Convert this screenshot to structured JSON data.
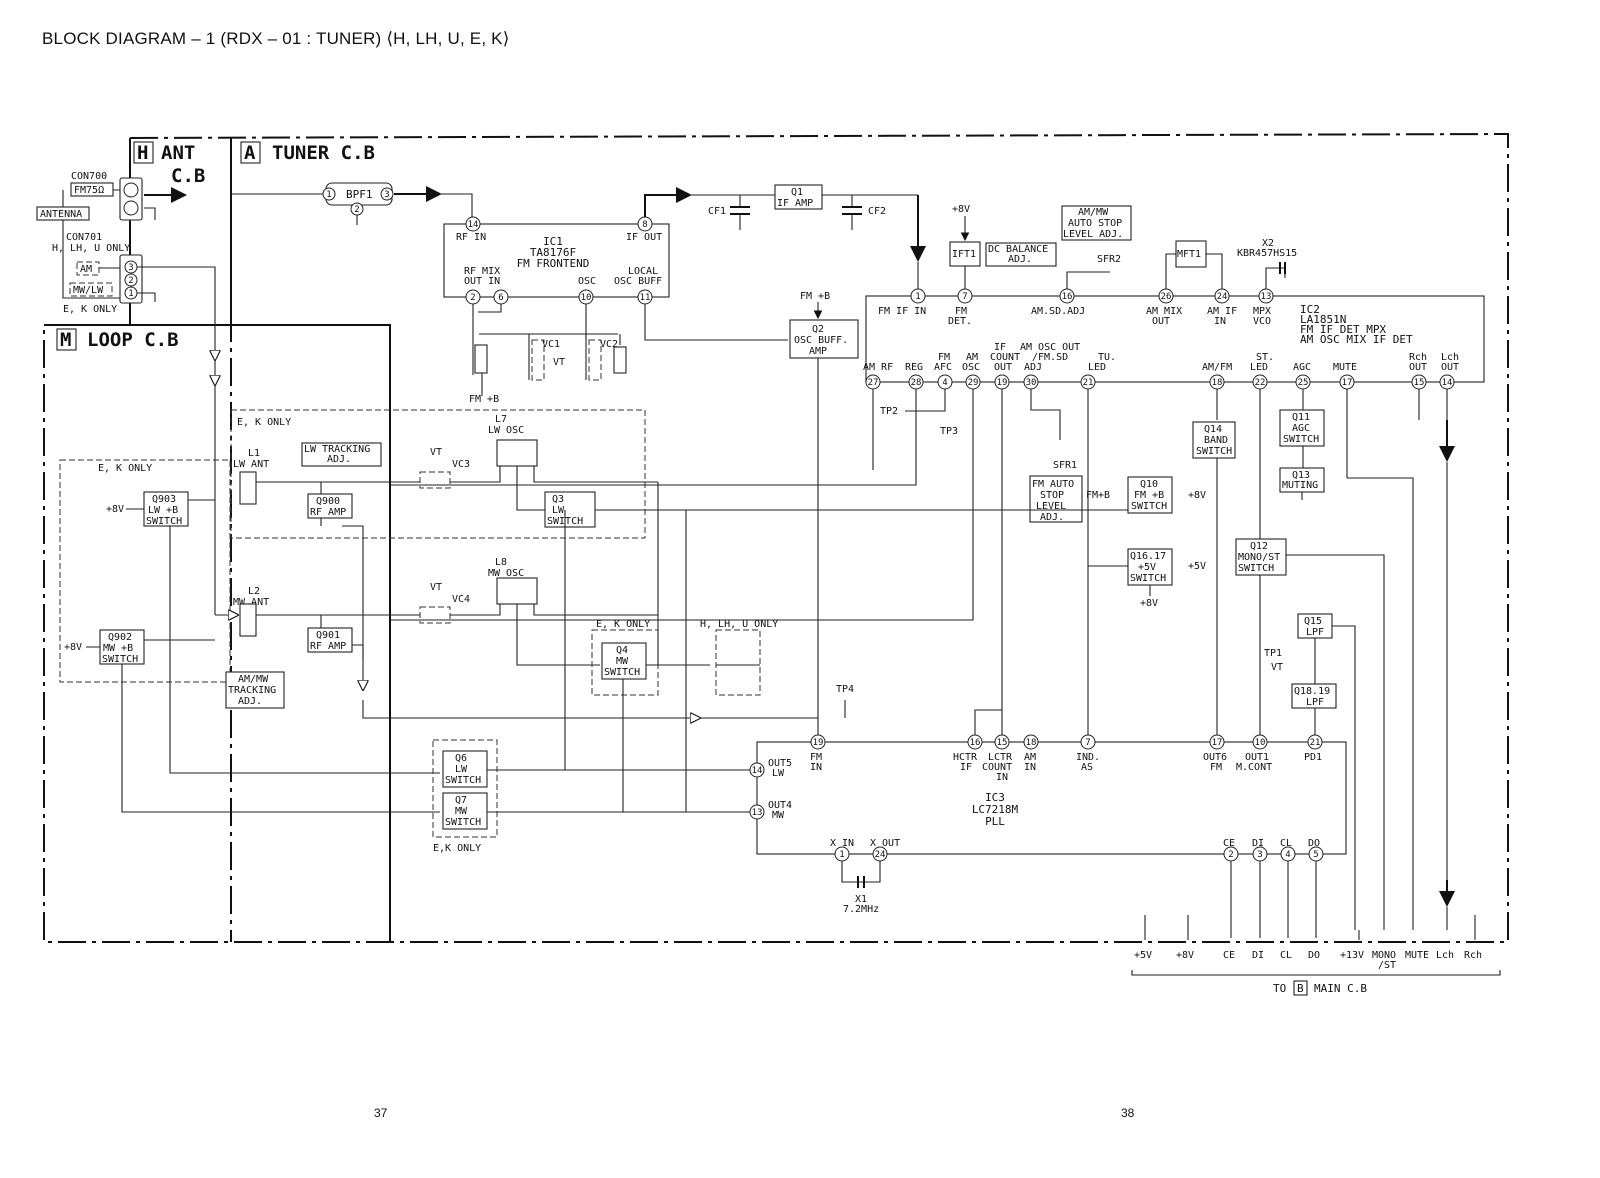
{
  "title": "BLOCK DIAGRAM – 1 (RDX – 01 : TUNER) ⟨H, LH, U, E, K⟩",
  "page_numbers": {
    "left": "37",
    "right": "38"
  },
  "boards": {
    "ant": {
      "letter": "H",
      "name": "ANT",
      "name2": "C.B"
    },
    "tuner": {
      "letter": "A",
      "name": "TUNER C.B"
    },
    "loop": {
      "letter": "M",
      "name": "LOOP C.B"
    }
  },
  "ant_labels": {
    "con700": "CON700",
    "fm75": "FM75Ω",
    "antenna": "ANTENNA",
    "con701": "CON701",
    "con701_note": "H, LH, U ONLY",
    "am": "AM",
    "mwlw": "MW/LW",
    "ek_only": "E, K ONLY",
    "pin3": "3",
    "pin2": "2",
    "pin1": "1"
  },
  "blocks": {
    "bpf1": "BPF1",
    "ic1_lines": [
      "IC1",
      "TA8176F",
      "FM FRONTEND"
    ],
    "ic1_rf_in": "RF IN",
    "ic1_if_out": "IF OUT",
    "ic1_rf_out": "RF  MIX",
    "ic1_rf_out2": "OUT  IN",
    "ic1_osc": "OSC",
    "ic1_local": "LOCAL",
    "ic1_local2": "OSC BUFF",
    "q1": [
      "Q1",
      "IF AMP"
    ],
    "cf1": "CF1",
    "cf2": "CF2",
    "q2": [
      "Q2",
      "OSC BUFF.",
      "AMP"
    ],
    "fmb": "FM +B",
    "fmb2": "FM +B",
    "vc1": "VC1",
    "vc2": "VC2",
    "vt": "VT",
    "plus8v": "+8V",
    "ift1": "IFT1",
    "dc_balance": [
      "DC BALANCE",
      "ADJ."
    ],
    "amw_auto": [
      "AM/MW",
      "AUTO STOP",
      "LEVEL ADJ."
    ],
    "sfr2": "SFR2",
    "mft1": "MFT1",
    "x2": [
      "X2",
      "KBR457HS15"
    ],
    "ic2_lines": [
      "IC2",
      "LA1851N",
      "FM IF DET MPX",
      "AM OSC MIX IF DET"
    ],
    "ic2_top": [
      "FM IF IN",
      "FM",
      "DET.",
      "AM.SD.ADJ",
      "AM MIX",
      "OUT",
      "AM IF",
      "IN",
      "MPX",
      "VCO"
    ],
    "ic2_bot": [
      "AM RF",
      "REG",
      "FM",
      "AFC",
      "AM",
      "OSC",
      "IF",
      "COUNT",
      "OUT",
      "AM OSC OUT",
      "/FM.SD",
      "ADJ",
      "TU.",
      "LED",
      "AM/FM",
      "ST.",
      "LED",
      "AGC",
      "MUTE",
      "Rch",
      "OUT",
      "Lch",
      "OUT"
    ],
    "tp2": "TP2",
    "tp3": "TP3",
    "tp4": "TP4",
    "sfr1": "SFR1",
    "fm_auto": [
      "FM AUTO",
      "STOP",
      "LEVEL",
      "ADJ."
    ],
    "q14": [
      "Q14",
      "BAND",
      "SWITCH"
    ],
    "q11": [
      "Q11",
      "AGC",
      "SWITCH"
    ],
    "q13": [
      "Q13",
      "MUTING"
    ],
    "q10": [
      "Q10",
      "FM +B",
      "SWITCH"
    ],
    "fmb_arrow": "FM+B",
    "q1617": [
      "Q16.17",
      "+5V",
      "SWITCH"
    ],
    "plus5v": "+5V",
    "plus8v_b": "+8V",
    "plus8v_c": "+8V",
    "q12": [
      "Q12",
      "MONO/ST",
      "SWITCH"
    ],
    "q15": [
      "Q15",
      "LPF"
    ],
    "tp1": "TP1",
    "vt2": "VT",
    "q1819": [
      "Q18.19",
      "LPF"
    ],
    "ek_only_1": "E, K ONLY",
    "lw_tracking": [
      "LW TRACKING",
      "ADJ."
    ],
    "l1": [
      "L1",
      "LW ANT"
    ],
    "vt_a": "VT",
    "vc3": "VC3",
    "l7": [
      "L7",
      "LW OSC"
    ],
    "q900": [
      "Q900",
      "RF AMP"
    ],
    "q3": [
      "Q3",
      "LW",
      "SWITCH"
    ],
    "ek_only_2": "E, K ONLY",
    "q903": [
      "Q903",
      "LW +B",
      "SWITCH"
    ],
    "plus8v_q903": "+8V",
    "l2": [
      "L2",
      "MW ANT"
    ],
    "vt_b": "VT",
    "vc4": "VC4",
    "l8": [
      "L8",
      "MW OSC"
    ],
    "q901": [
      "Q901",
      "RF AMP"
    ],
    "q902": [
      "Q902",
      "MW +B",
      "SWITCH"
    ],
    "plus8v_q902": "+8V",
    "amw_tracking": [
      "AM/MW",
      "TRACKING",
      "ADJ."
    ],
    "ek_only_3": "E, K ONLY",
    "q4": [
      "Q4",
      "MW",
      "SWITCH"
    ],
    "hlhu_only": "H, LH, U ONLY",
    "q6": [
      "Q6",
      "LW",
      "SWITCH"
    ],
    "q7": [
      "Q7",
      "MW",
      "SWITCH"
    ],
    "ek_only_4": "E,K ONLY",
    "ic3_lines": [
      "IC3",
      "LC7218M",
      "PLL"
    ],
    "ic3_top": [
      "FM",
      "IN",
      "HCTR",
      "IF",
      "LCTR",
      "COUNT",
      "IN",
      "AM",
      "IN",
      "IND.",
      "AS",
      "OUT6",
      "FM",
      "OUT1",
      "M.CONT",
      "PD1"
    ],
    "ic3_left": [
      "OUT5",
      "LW",
      "OUT4",
      "MW"
    ],
    "ic3_bot": [
      "X IN",
      "X OUT",
      "CE",
      "DI",
      "CL",
      "DO"
    ],
    "x1": [
      "X1",
      "7.2MHz"
    ]
  },
  "connector": {
    "pins": [
      "+5V",
      "+8V",
      "CE",
      "DI",
      "CL",
      "DO",
      "+13V",
      "MONO",
      "/ST",
      "MUTE",
      "Lch",
      "Rch"
    ],
    "to_label": "TO",
    "to_letter": "B",
    "to_board": "MAIN C.B"
  },
  "pins": {
    "bpf1": [
      "1",
      "2",
      "3"
    ],
    "ic1": [
      "14",
      "8",
      "2",
      "6",
      "10",
      "11"
    ],
    "ic2_top": [
      "1",
      "7",
      "16",
      "26",
      "24",
      "13"
    ],
    "ic2_bot": [
      "27",
      "28",
      "4",
      "29",
      "19",
      "30",
      "21",
      "18",
      "22",
      "25",
      "17",
      "15",
      "14"
    ],
    "ic3_top": [
      "19",
      "16",
      "15",
      "18",
      "7",
      "17",
      "10",
      "21"
    ],
    "ic3_left": [
      "14",
      "13"
    ],
    "ic3_bot": [
      "1",
      "24",
      "2",
      "3",
      "4",
      "5"
    ]
  }
}
